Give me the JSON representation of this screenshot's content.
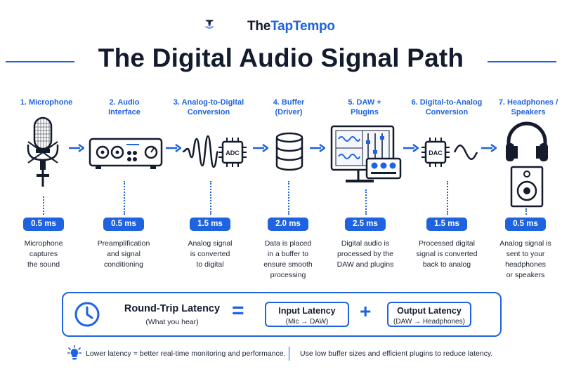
{
  "header": {
    "brand_part1": "The",
    "brand_part2": "TapTempo",
    "logo_icon": "tap-logo-icon",
    "title": "The Digital Audio Signal Path"
  },
  "stages": [
    {
      "label": "1. Microphone",
      "icon": "microphone-icon",
      "latency": "0.5 ms",
      "description": "Microphone\ncaptures\nthe sound"
    },
    {
      "label": "2. Audio\nInterface",
      "icon": "audio-interface-icon",
      "latency": "0.5 ms",
      "description": "Preamplification\nand signal\nconditioning"
    },
    {
      "label": "3. Analog-to-Digital\nConversion",
      "icon": "adc-chip-icon",
      "chip_text": "ADC",
      "latency": "1.5 ms",
      "description": "Analog signal\nis converted\nto digital"
    },
    {
      "label": "4. Buffer\n(Driver)",
      "icon": "buffer-database-icon",
      "latency": "2.0 ms",
      "description": "Data is placed\nin a buffer to\nensure smooth\nprocessing"
    },
    {
      "label": "5. DAW +\nPlugins",
      "icon": "daw-monitor-icon",
      "latency": "2.5 ms",
      "description": "Digital audio is\nprocessed by the\nDAW and plugins"
    },
    {
      "label": "6. Digital-to-Analog\nConversion",
      "icon": "dac-chip-icon",
      "chip_text": "DAC",
      "latency": "1.5 ms",
      "description": "Processed digital\nsignal is converted\nback to analog"
    },
    {
      "label": "7. Headphones /\nSpeakers",
      "icon": "headphones-speaker-icon",
      "latency": "0.5 ms",
      "description": "Analog signal is\nsent to your\nheadphones\nor speakers"
    }
  ],
  "summary": {
    "icon": "clock-icon",
    "title": "Round-Trip Latency",
    "subtitle": "(What you hear)",
    "equals": "=",
    "plus": "+",
    "input_title": "Input Latency",
    "input_sub": "(Mic → DAW)",
    "output_title": "Output Latency",
    "output_sub": "(DAW → Headphones)"
  },
  "footer": {
    "tip_icon": "lightbulb-icon",
    "tip1": "Lower latency = better real-time monitoring and performance.",
    "tip2": "Use low buffer sizes and efficient plugins to reduce latency."
  },
  "colors": {
    "accent": "#1f63e0",
    "ink": "#141b2d"
  }
}
